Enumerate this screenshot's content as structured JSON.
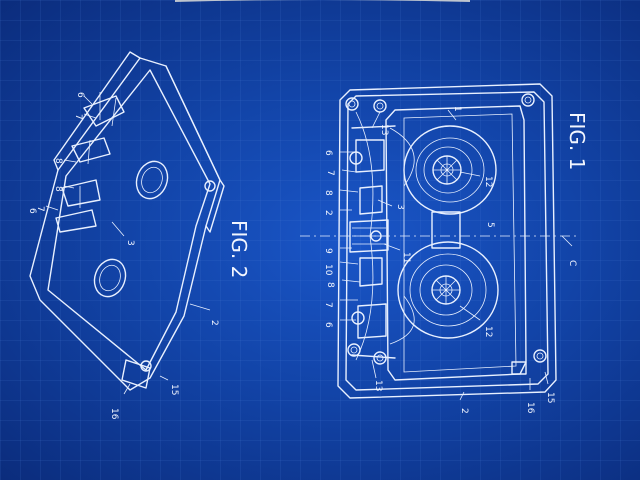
{
  "poster": {
    "figures": [
      {
        "id": "fig1",
        "title": "FIG. 1"
      },
      {
        "id": "fig2",
        "title": "FIG. 2"
      }
    ],
    "fig1_labels": [
      "1",
      "13",
      "6",
      "7",
      "8",
      "2",
      "9",
      "10",
      "8",
      "7",
      "6",
      "13",
      "3",
      "11",
      "12",
      "5",
      "12",
      "C",
      "2",
      "16",
      "15"
    ],
    "fig2_labels": [
      "6",
      "7",
      "8",
      "8",
      "7",
      "6",
      "3",
      "2",
      "15",
      "16"
    ]
  },
  "colors": {
    "background": "#1244a8",
    "line": "#e8f0ff"
  }
}
